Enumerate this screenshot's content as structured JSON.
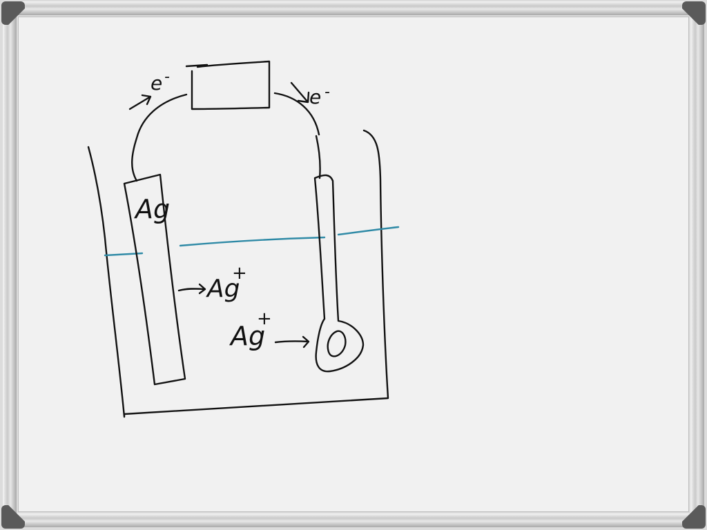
{
  "labels": {
    "anode_metal": "Ag",
    "ion_released": "Ag",
    "ion_released_charge": "+",
    "ion_deposited": "Ag",
    "ion_deposited_charge": "+",
    "electron_left": "e",
    "electron_left_charge": "-",
    "electron_right": "e",
    "electron_right_charge": "-"
  },
  "colors": {
    "ink": "#111111",
    "solution_line": "#2f8aa6",
    "board": "#f1f1f1"
  }
}
